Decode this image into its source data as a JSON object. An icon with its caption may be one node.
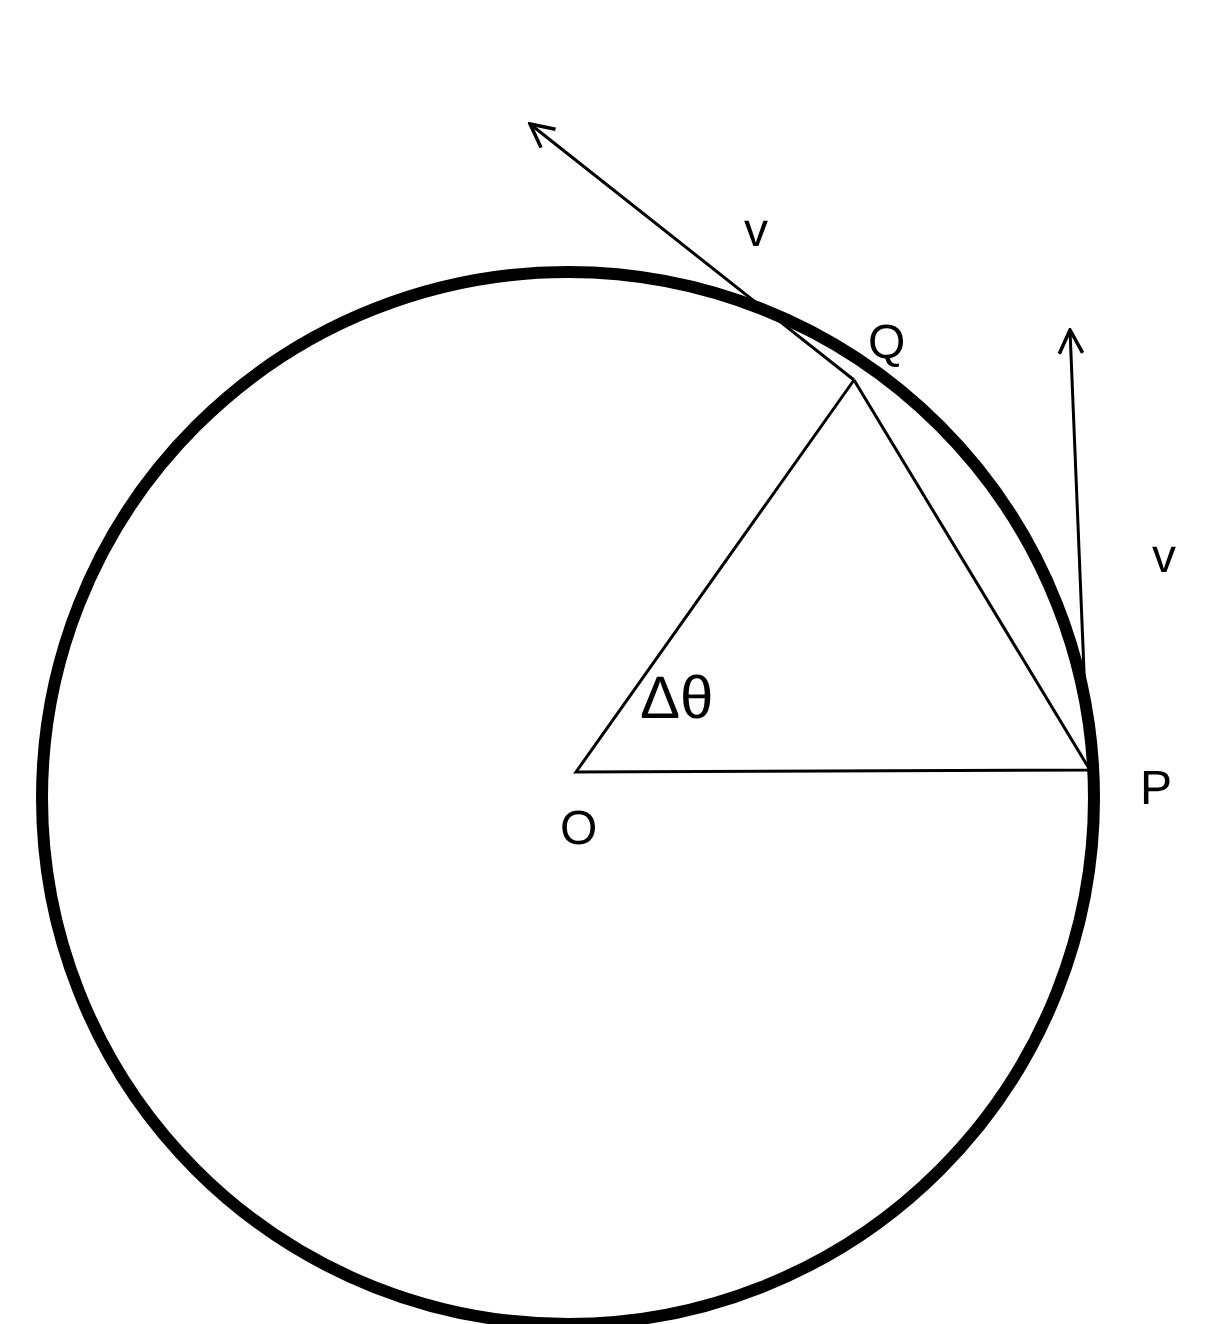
{
  "diagram": {
    "labels": [
      "v",
      "Q",
      "v",
      "P",
      "Δθ",
      "O"
    ]
  }
}
